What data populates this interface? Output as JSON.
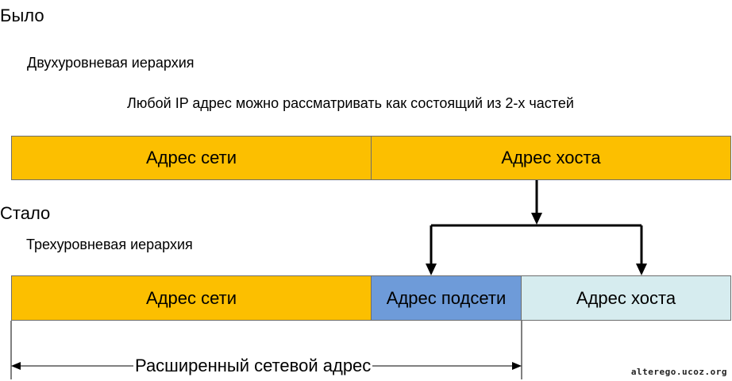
{
  "before": {
    "heading": "Было",
    "subheading": "Двухуровневая иерархия",
    "description": "Любой IP адрес можно рассматривать как состоящий из 2-х частей",
    "segments": {
      "network": "Адрес сети",
      "host": "Адрес хоста"
    }
  },
  "after": {
    "heading": "Стало",
    "subheading": "Трехуровневая иерархия",
    "segments": {
      "network": "Адрес сети",
      "subnet": "Адрес подсети",
      "host": "Адрес хоста"
    },
    "extended_label": "Расширенный сетевой адрес"
  },
  "watermark": "alterego.ucoz.org",
  "colors": {
    "network": "#fcbf00",
    "subnet": "#6e9bd9",
    "host_new": "#d6ecef",
    "border": "#6d6d6d",
    "arrow": "#000000"
  },
  "icons": {
    "split_arrow": "down-arrow-branch",
    "dimension_line": "double-headed-horizontal-arrow"
  }
}
